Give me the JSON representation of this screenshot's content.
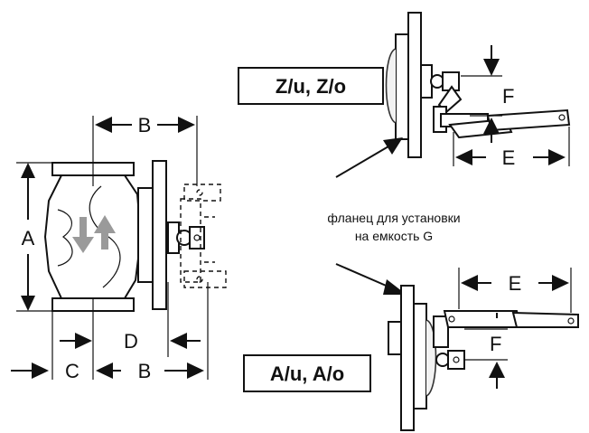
{
  "dimensions": {
    "A": "A",
    "B_top": "B",
    "B_bottom": "B",
    "C": "C",
    "D": "D",
    "E_top": "E",
    "E_bottom": "E",
    "F_top": "F",
    "F_bottom": "F"
  },
  "variants": {
    "top": "Z/u, Z/o",
    "bottom": "A/u, A/o"
  },
  "caption": {
    "line1": "фланец для установки",
    "line2": "на емкость G"
  },
  "colors": {
    "ink": "#111111",
    "flow_arrow": "#9a9a9a"
  }
}
